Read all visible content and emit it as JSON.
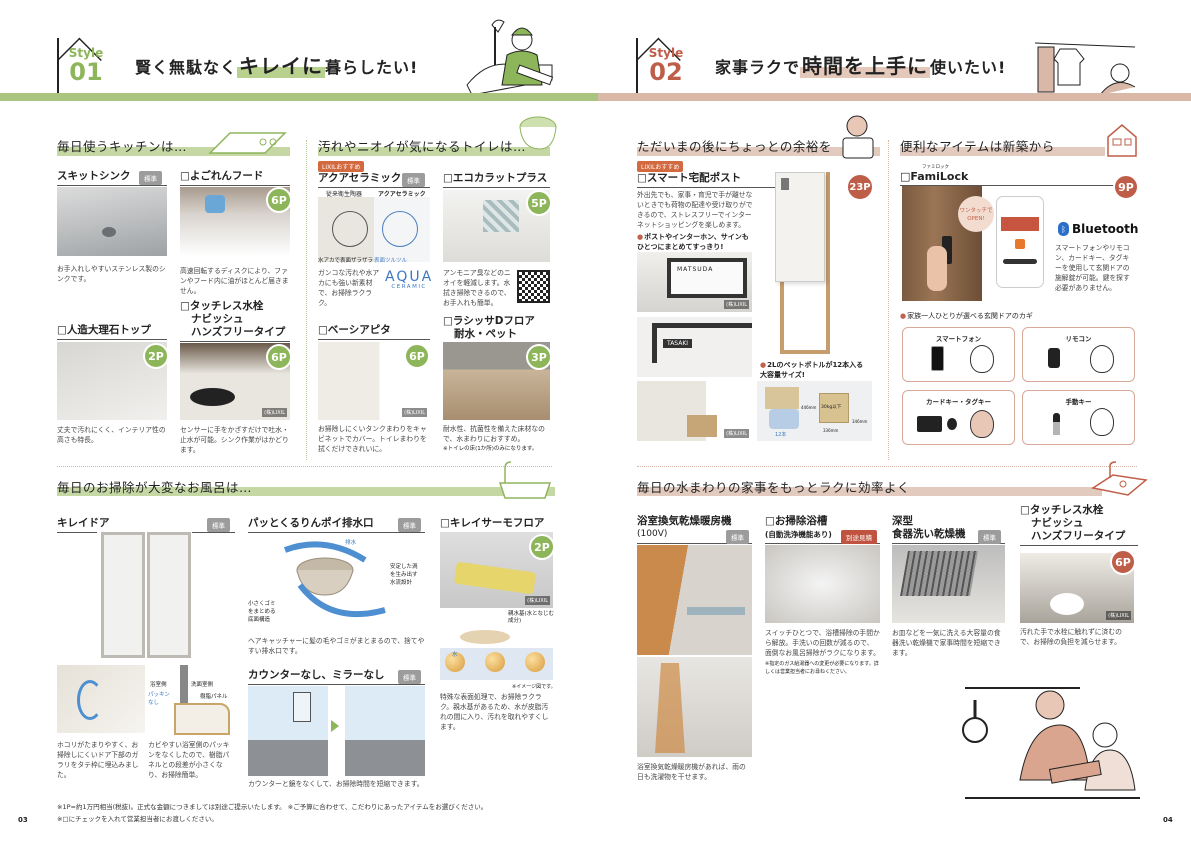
{
  "colors": {
    "green": "#a9c47f",
    "green_badge": "#8db55a",
    "rose": "#d9b8a8",
    "rose_badge": "#bf5e48",
    "orange_tag": "#d2693f"
  },
  "left": {
    "style_word": "Style",
    "style_num": "01",
    "title_pre": "賢く無駄なく",
    "title_hl": "キレイに",
    "title_post": "暮らしたい!",
    "kitchen": {
      "heading": "毎日使うキッチンは…",
      "items": [
        {
          "title": "スキットシンク",
          "badge": "標準",
          "desc": "お手入れしやすいステンレス製のシンクです。"
        },
        {
          "title": "□よごれんフード",
          "badge": "6P",
          "desc": "高速回転するディスクにより、ファンやフード内に油がほとんど届きません。"
        },
        {
          "title": "□人造大理石トップ",
          "badge": "2P",
          "desc": "丈夫で汚れにくく、インテリア性の高さも特長。"
        },
        {
          "title_lines": [
            "□タッチレス水栓",
            "ナビッシュ",
            "ハンズフリータイプ"
          ],
          "badge": "6P",
          "credit": "(株)LIXIL",
          "desc": "センサーに手をかざすだけで吐水・止水が可能。シンク作業がはかどります。"
        }
      ]
    },
    "toilet": {
      "heading": "汚れやニオイが気になるトイレは…",
      "items": [
        {
          "tag": "LIXILおすすめ",
          "title": "アクアセラミック",
          "badge": "標準",
          "label_left": "従来衛生陶器",
          "label_right": "アクアセラミック",
          "cap_left": "水アカで表面ザラザラ",
          "cap_right": "表面ツルツル",
          "logo_main": "AQUA",
          "logo_sub": "CERAMIC",
          "desc": "ガンコな汚れや水アカにも強い新素材で、お掃除ラクラク。"
        },
        {
          "title": "□エコカラットプラス",
          "badge": "5P",
          "desc": "アンモニア臭などのニオイを軽減します。水拭き掃除できるので、お手入れも簡単。"
        },
        {
          "title": "□ベーシアピタ",
          "badge": "6P",
          "credit": "(株)LIXIL",
          "desc": "お掃除しにくいタンクまわりをキャビネットでカバー。トイレまわりを拭くだけできれいに。"
        },
        {
          "title_lines": [
            "□ラシッサDフロア",
            "耐水・ペット"
          ],
          "badge": "3P",
          "desc": "耐水性、抗菌性を備えた床材なので、水まわりにおすすめ。",
          "note": "※トイレの床(1か所)のみになります。"
        }
      ]
    },
    "bath": {
      "heading": "毎日のお掃除が大変なお風呂は…",
      "items": [
        {
          "title": "キレイドア",
          "badge": "標準",
          "label_bath": "浴室側",
          "label_wash": "洗面室側",
          "label_packing": "パッキンなし",
          "label_panel": "樹脂パネル",
          "desc_left": "ホコリがたまりやすく、お掃除しにくいドア下部のガラリをタテ枠に埋込みました。",
          "desc_right": "カビやすい浴室側のパッキンをなくしたので、樹脂パネルとの段差が小さくなり、お掃除簡単。"
        },
        {
          "title": "パッとくるりんポイ排水口",
          "badge": "標準",
          "label_drain": "排水",
          "label_vortex": "安定した渦を生み出す水流設計",
          "label_trap": "小さくゴミをまとめる底面構造",
          "desc": "ヘアキャッチャーに髪の毛やゴミがまとまるので、捨てやすい排水口です。"
        },
        {
          "title": "カウンターなし、ミラーなし",
          "badge": "標準",
          "desc": "カウンターと鏡をなくして、お掃除時間を短縮できます。"
        },
        {
          "title": "□キレイサーモフロア",
          "badge": "2P",
          "credit": "(株)LIXIL",
          "label_water": "水",
          "label_hydro": "親水基(水となじむ成分)",
          "image_note": "※イメージ図です。",
          "desc": "特殊な表面処理で、お掃除ラクラク。親水基があるため、水が皮脂汚れの間に入り、汚れを取れやすくします。"
        }
      ]
    },
    "footnotes": [
      "※1P=約1万円相当(税抜)。正式な金額につきましては別途ご提示いたします。 ※ご予算に合わせて、こだわりにあったアイテムをお選びください。",
      "※□にチェックを入れて営業担当者にお渡しください。"
    ],
    "page_number": "03"
  },
  "right": {
    "style_word": "Style",
    "style_num": "02",
    "title_pre": "家事ラクで",
    "title_hl": "時間を上手に",
    "title_post": "使いたい!",
    "post": {
      "heading": "ただいまの後にちょっとの余裕を",
      "tag": "LIXILおすすめ",
      "title": "□スマート宅配ポスト",
      "badge": "23P",
      "desc": "外出先でも、家事・育児で手が離せないときでも荷物の配達や受け取りができるので、ストレスフリーでインターネットショッピングを楽しめます。",
      "bullet1": "ポストやインターホン、サインもひとつにまとめてすっきり!",
      "bullet2": "2Lのペットボトルが12本入る大容量サイズ!",
      "nameplate1": "MATSUDA",
      "nameplate2": "TASAKI",
      "credit": "(株)LIXIL",
      "box_label": "30kg以下",
      "count_label": "12本",
      "dim_h": "446mm",
      "dim_w": "336mm",
      "dim_d": "346mm"
    },
    "familock": {
      "heading": "便利なアイテムは新築から",
      "ruby": "ファミロック",
      "title": "□FamiLock",
      "badge": "9P",
      "bubble": "ワンタッチでOPEN!",
      "bluetooth": "Bluetooth",
      "desc": "スマートフォンやリモコン、カードキー、タグキーを使用して玄関ドアの施解錠が可能。鍵を探す必要がありません。",
      "bullet": "家族一人ひとりが選べる玄関ドアのカギ",
      "keys": [
        "スマートフォン",
        "リモコン",
        "カードキー・タグキー",
        "手動キー"
      ]
    },
    "water": {
      "heading": "毎日の水まわりの家事をもっとラクに効率よく",
      "items": [
        {
          "title": "浴室換気乾燥暖房機",
          "sub": "(100V)",
          "badge": "標準",
          "desc": "浴室換気乾燥暖房機があれば、雨の日も洗濯物を干せます。"
        },
        {
          "title": "□お掃除浴槽",
          "sub": "(自動洗浄機能あり)",
          "badge": "別途見積",
          "desc": "スイッチひとつで、浴槽掃除の手間から解放。手洗いの回数が減るので、面倒なお風呂掃除がラクになります。",
          "note": "※指定のガス給湯器への変更が必要になります。詳しくは営業担当者にお尋ねください。"
        },
        {
          "title": "深型",
          "sub": "食器洗い乾燥機",
          "badge": "標準",
          "desc": "お皿などを一気に洗える大容量の食器洗い乾燥機で家事時間を短縮できます。"
        },
        {
          "title_lines": [
            "□タッチレス水栓",
            "ナビッシュ",
            "ハンズフリータイプ"
          ],
          "badge": "6P",
          "credit": "(株)LIXIL",
          "desc": "汚れた手で水栓に触れずに済むので、お掃除の負担を減らせます。"
        }
      ]
    },
    "page_number": "04"
  }
}
